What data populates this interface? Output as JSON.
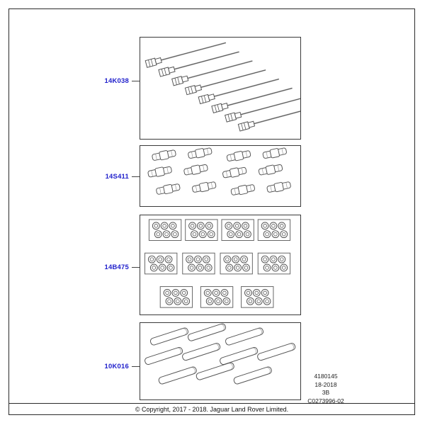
{
  "panels": [
    {
      "label": "14K038"
    },
    {
      "label": "14S411"
    },
    {
      "label": "14B475"
    },
    {
      "label": "10K016"
    }
  ],
  "doc": {
    "number": "4180145",
    "date": "18-2018",
    "sheet": "3B",
    "drawing": "C0273996-02"
  },
  "footer": {
    "copyright": "© Copyright, 2017 - 2018. Jaguar Land Rover Limited."
  },
  "colors": {
    "label_blue": "#2222cc",
    "line": "#555555"
  }
}
